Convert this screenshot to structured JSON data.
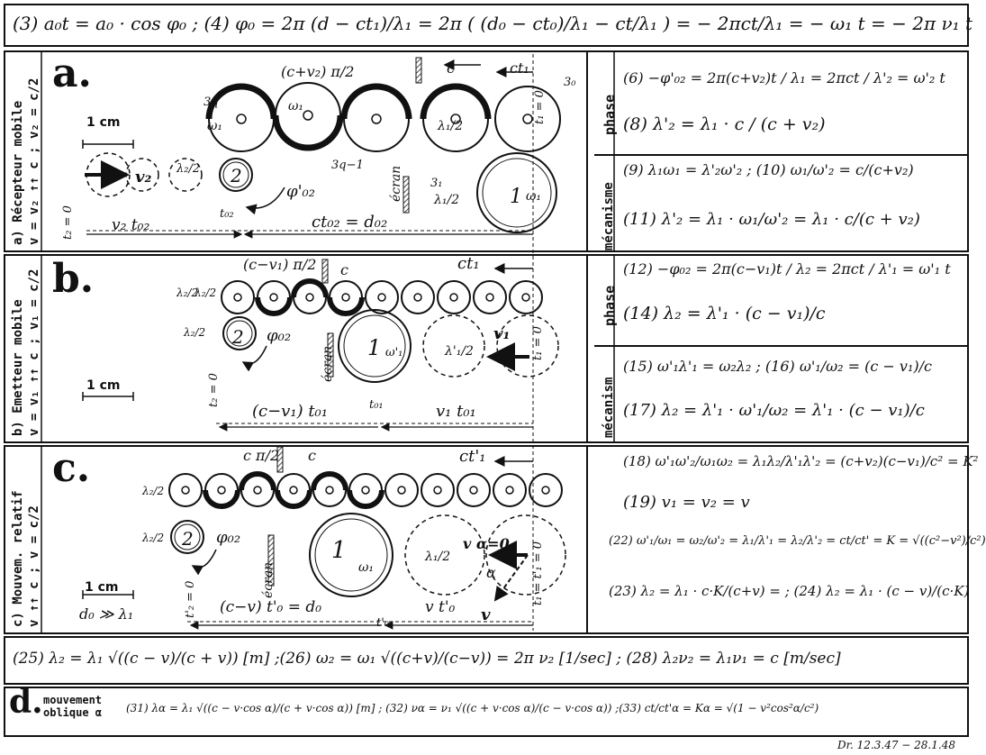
{
  "header": {
    "equation": "(3) a₀t = a₀ · cos φ₀ ;  (4) φ₀ = 2π (d − ct₁)/λ₁ = 2π ( (d₀ − ct₀)/λ₁ − ct/λ₁ ) = − 2πct/λ₁ = − ω₁ t = − 2π ν₁ t"
  },
  "panel_a": {
    "letter": "a.",
    "side_label": "a) Récepteur mobile",
    "side_formula": "v = v₂ ↑↑ c ; v₂ = c/2",
    "scale": "1 cm",
    "labels": {
      "top_speed": "(c+v₂) π/2",
      "c": "c",
      "ct1": "ct₁",
      "s3q": "3q",
      "s3o": "3₀",
      "s3q1": "3q−1",
      "s31": "3₁",
      "half_l1_top": "λ₁/2",
      "half_l1_bot": "λ₁/2",
      "half_l2": "λ₂/2",
      "v2": "v₂",
      "wheel2": "2",
      "wheel1": "1",
      "phi": "φ'₀₂",
      "ecran": "écran",
      "t2o": "t₂ = 0",
      "t1o": "t₁ = 0",
      "to2": "t₀₂",
      "v2to2": "v₂ t₀₂",
      "cto2": "ct₀₂ = d₀₂",
      "w1": "ω₁"
    },
    "phase_label": "phase",
    "mecanisme_label": "mécanisme",
    "eq6": "(6) −φ'₀₂ = 2π(c+v₂)t / λ₁ = 2πct / λ'₂ = ω'₂ t",
    "eq8": "(8)  λ'₂ = λ₁ · c / (c + v₂)",
    "eq9": "(9)  λ₁ω₁ = λ'₂ω'₂ ;  (10)  ω₁/ω'₂ = c/(c+v₂)",
    "eq11": "(11)  λ'₂ = λ₁ · ω₁/ω'₂ = λ₁ · c/(c + v₂)"
  },
  "panel_b": {
    "letter": "b.",
    "side_label": "b) Emetteur mobile",
    "side_formula": "v = v₁ ↑↑ c ; v₁ = c/2",
    "scale": "1 cm",
    "labels": {
      "top_speed": "(c−v₁) π/2",
      "c": "c",
      "ct1": "ct₁",
      "half_l2a": "λ₂/2",
      "half_l2b": "λ₂/2",
      "half_l2c": "λ₂/2",
      "wheel2": "2",
      "wheel1": "1",
      "phi": "φ₀₂",
      "ecran": "écran",
      "half_l1": "λ'₁/2",
      "v1": "v₁",
      "t2o": "t₂ = 0",
      "t1o": "t₁ = 0",
      "to1a": "(c−v₁) t₀₁",
      "to1": "t₀₁",
      "v1to1": "v₁ t₀₁",
      "w1": "ω'₁"
    },
    "phase_label": "phase",
    "mecanisme_label": "mécanism",
    "eq12": "(12) −φ₀₂ = 2π(c−v₁)t / λ₂ = 2πct / λ'₁ = ω'₁ t",
    "eq14": "(14)  λ₂ = λ'₁ · (c − v₁)/c",
    "eq15": "(15)  ω'₁λ'₁ = ω₂λ₂ ;  (16)  ω'₁/ω₂ = (c − v₁)/c",
    "eq17": "(17)  λ₂ = λ'₁ · ω'₁/ω₂ = λ'₁ · (c − v₁)/c"
  },
  "panel_c": {
    "letter": "c.",
    "side_label": "c) Mouvem. relatif",
    "side_formula": "v ↑↑ c ; v = c/2",
    "scale": "1 cm",
    "cond": "d₀ ≫ λ₁",
    "labels": {
      "top_speed": "c π/2",
      "c": "c",
      "ct1": "ct'₁",
      "half_l2a": "λ₂/2",
      "half_l2b": "λ₂/2",
      "wheel2": "2",
      "wheel1": "1",
      "phi": "φ₀₂",
      "ecran": "écran",
      "half_l1": "λ₁/2",
      "valpha": "v α=0",
      "alpha": "α",
      "v": "v",
      "t2o": "t'₂ = 0",
      "t1o": "t₁ = t'₁ = 0",
      "cvto": "(c−v) t'₀ = d₀",
      "to": "t'₀",
      "vto": "v t'₀",
      "w1": "ω₁"
    },
    "eq18": "(18)  ω'₁ω'₂/ω₁ω₂ = λ₁λ₂/λ'₁λ'₂ = (c+v₂)(c−v₁)/c² = K²",
    "eq19": "(19)  v₁ = v₂ = v",
    "eq22": "(22)  ω'₁/ω₁ = ω₂/ω'₂ = λ₁/λ'₁ = λ₂/λ'₂ = ct/ct' = K = √((c²−v²)/c²)",
    "eq23": "(23)  λ₂ = λ₁ · c·K/(c+v) = ;  (24)  λ₂ = λ₁ · (c − v)/(c·K)"
  },
  "row_25": {
    "eq": "(25)  λ₂ = λ₁ √((c − v)/(c + v))  [m]   ;(26)  ω₂ = ω₁ √((c+v)/(c−v)) = 2π ν₂  [1/sec]  ;  (28)  λ₂ν₂ = λ₁ν₁ = c  [m/sec]"
  },
  "row_d": {
    "letter": "d.",
    "label": "mouvement oblique α",
    "eq": "(31)  λα = λ₁ √((c − v·cos α)/(c + v·cos α))  [m] ;  (32)  να = ν₁ √((c + v·cos α)/(c − v·cos α)) ;(33)  ct/ct'α = Kα = √(1 − v²cos²α/c²)"
  },
  "footer": {
    "signature": "Dr. 12.3.47 − 28.1.48"
  }
}
